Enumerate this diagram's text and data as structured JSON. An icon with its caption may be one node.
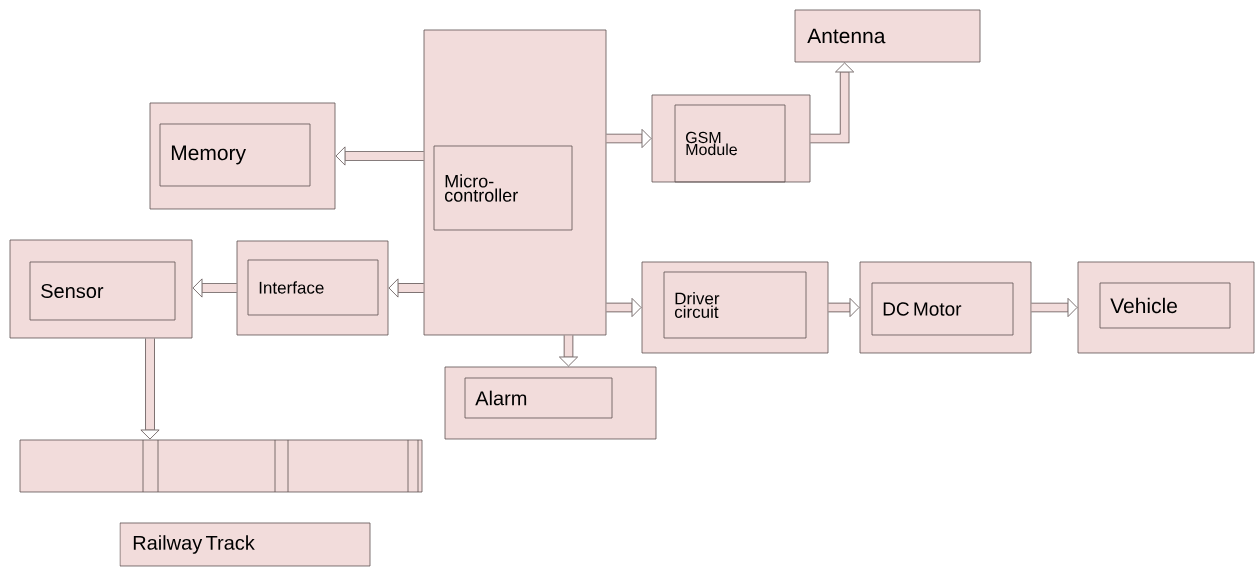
{
  "diagram": {
    "nodes": [
      {
        "text": [
          "Micro-controller"
        ]
      },
      {
        "text": [
          "Memory"
        ]
      },
      {
        "text": [
          "GSM Module"
        ]
      },
      {
        "text": [
          "Antenna"
        ]
      },
      {
        "text": [
          "Interface"
        ]
      },
      {
        "text": [
          "Sensor"
        ]
      },
      {
        "text": [
          "Driver circuit"
        ]
      },
      {
        "text": [
          "DC Motor"
        ]
      },
      {
        "text": [
          "Vehicle"
        ]
      },
      {
        "text": [
          "Alarm"
        ]
      },
      {
        "text": [],
        "shape": "bar"
      },
      {
        "text": [
          "Railway Track"
        ]
      }
    ],
    "edges": [
      {
        "from": 0,
        "to": 1,
        "arrow": "to"
      },
      {
        "from": 0,
        "to": 2,
        "arrow": "to"
      },
      {
        "from": 2,
        "to": 3,
        "arrow": "to"
      },
      {
        "from": 0,
        "to": 4,
        "arrow": "to"
      },
      {
        "from": 4,
        "to": 5,
        "arrow": "to"
      },
      {
        "from": 0,
        "to": 6,
        "arrow": "to"
      },
      {
        "from": 6,
        "to": 7,
        "arrow": "to"
      },
      {
        "from": 7,
        "to": 8,
        "arrow": "to"
      },
      {
        "from": 0,
        "to": 9,
        "arrow": "to"
      },
      {
        "from": 5,
        "to": 10,
        "arrow": "to"
      }
    ]
  }
}
